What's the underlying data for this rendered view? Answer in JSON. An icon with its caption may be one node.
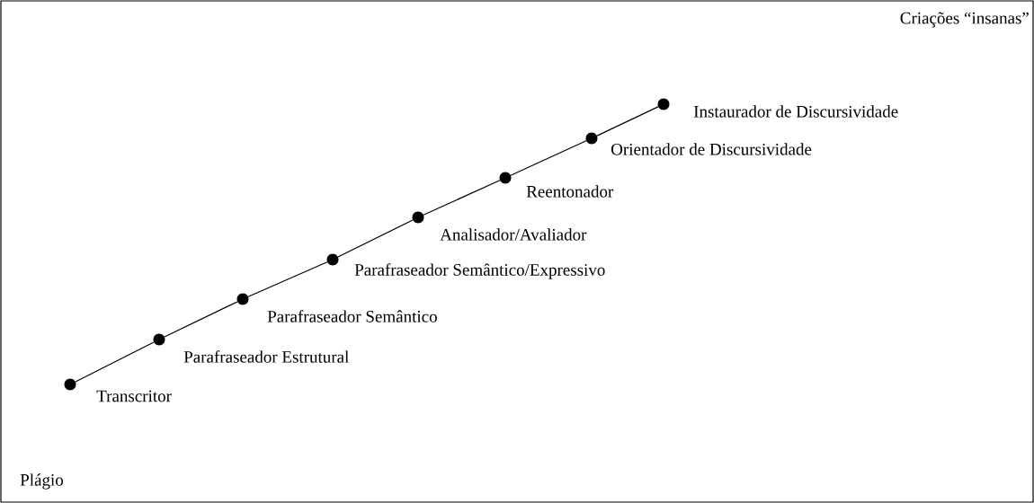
{
  "diagram": {
    "nodes": [
      {
        "text": [],
        "shape": "circle",
        "beside": [
          "Transcritor"
        ]
      },
      {
        "text": [],
        "shape": "circle",
        "beside": [
          "Parafraseador Estrutural"
        ]
      },
      {
        "text": [],
        "shape": "circle",
        "beside": [
          "Parafraseador Semântico"
        ]
      },
      {
        "text": [],
        "shape": "circle",
        "beside": [
          "Parafraseador Semântico/Expressivo"
        ]
      },
      {
        "text": [],
        "shape": "circle",
        "beside": [
          "Analisador/Avaliador"
        ]
      },
      {
        "text": [],
        "shape": "circle",
        "beside": [
          "Reentonador"
        ]
      },
      {
        "text": [],
        "shape": "circle",
        "beside": [
          "Orientador de Discursividade"
        ]
      },
      {
        "text": [],
        "shape": "circle",
        "beside": [
          "Instaurador de Discursividade"
        ]
      }
    ],
    "edges": [
      {
        "from": 0,
        "to": 1,
        "arrow": "none"
      },
      {
        "from": 1,
        "to": 2,
        "arrow": "none"
      },
      {
        "from": 2,
        "to": 3,
        "arrow": "none"
      },
      {
        "from": 3,
        "to": 4,
        "arrow": "none"
      },
      {
        "from": 4,
        "to": 5,
        "arrow": "none"
      },
      {
        "from": 5,
        "to": 6,
        "arrow": "none"
      },
      {
        "from": 6,
        "to": 7,
        "arrow": "none"
      }
    ],
    "labels": [
      "Criações “insanas”",
      "Plágio"
    ]
  }
}
